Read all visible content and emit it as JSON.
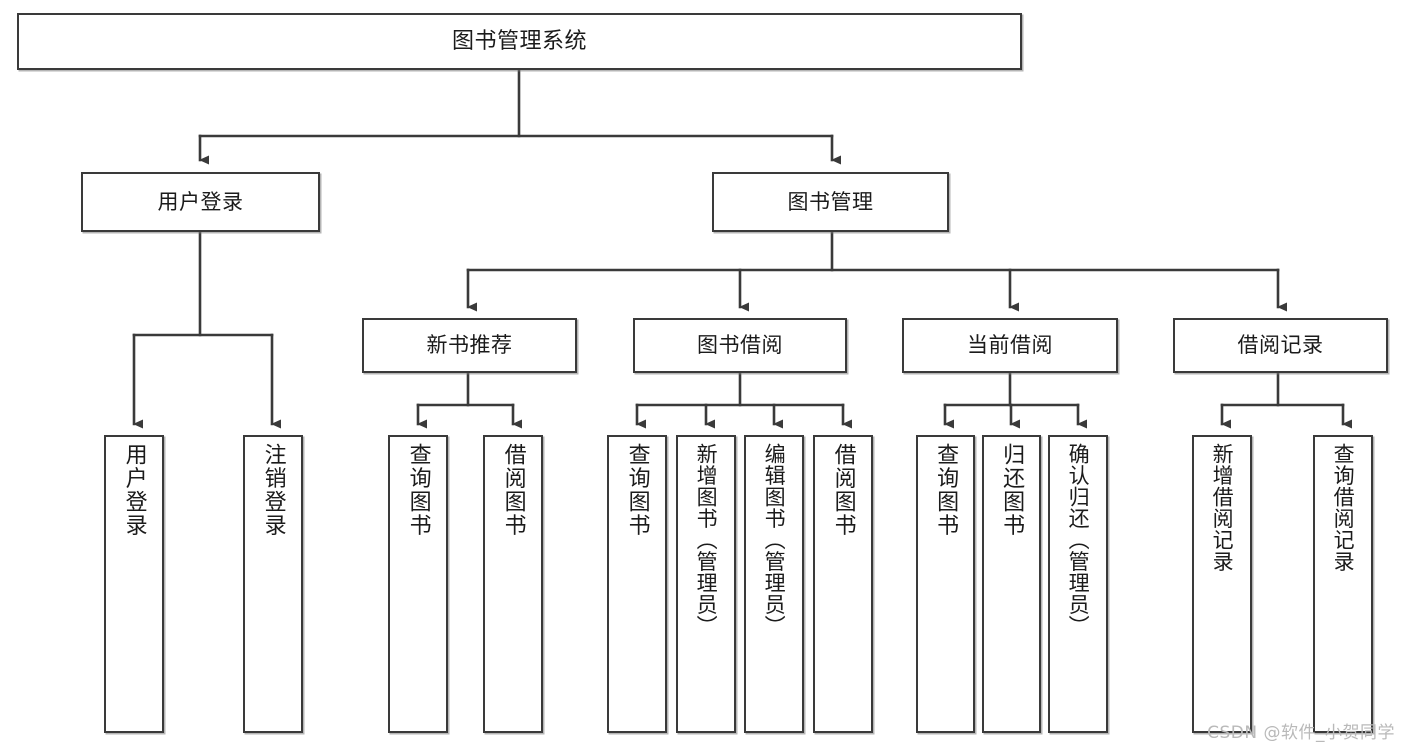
{
  "diagram": {
    "title": "图书管理系统",
    "type": "hierarchy-tree",
    "orientation": "top-down",
    "stroke_color": "#3a3a3a",
    "fill_color": "#ffffff",
    "text_color": "#1b1b1b"
  },
  "nodes": {
    "root": {
      "label": "图书管理系统",
      "level": 1
    },
    "level2": [
      {
        "label": "用户登录",
        "level": 2
      },
      {
        "label": "图书管理",
        "level": 2
      }
    ],
    "level3": [
      {
        "label": "新书推荐",
        "level": 3
      },
      {
        "label": "图书借阅",
        "level": 3
      },
      {
        "label": "当前借阅",
        "level": 3
      },
      {
        "label": "借阅记录",
        "level": 3
      }
    ],
    "leaves": {
      "user_login": [
        {
          "label": "用户登录"
        },
        {
          "label": "注销登录"
        }
      ],
      "new_book_recommend": [
        {
          "label": "查询图书"
        },
        {
          "label": "借阅图书"
        }
      ],
      "book_borrow": [
        {
          "label": "查询图书"
        },
        {
          "label": "新增图书（管理员）"
        },
        {
          "label": "编辑图书（管理员）"
        },
        {
          "label": "借阅图书"
        }
      ],
      "current_borrow": [
        {
          "label": "查询图书"
        },
        {
          "label": "归还图书"
        },
        {
          "label": "确认归还（管理员）"
        }
      ],
      "borrow_record": [
        {
          "label": "新增借阅记录"
        },
        {
          "label": "查询借阅记录"
        }
      ]
    }
  },
  "watermark": {
    "text": "CSDN @软件_小贺同学"
  }
}
